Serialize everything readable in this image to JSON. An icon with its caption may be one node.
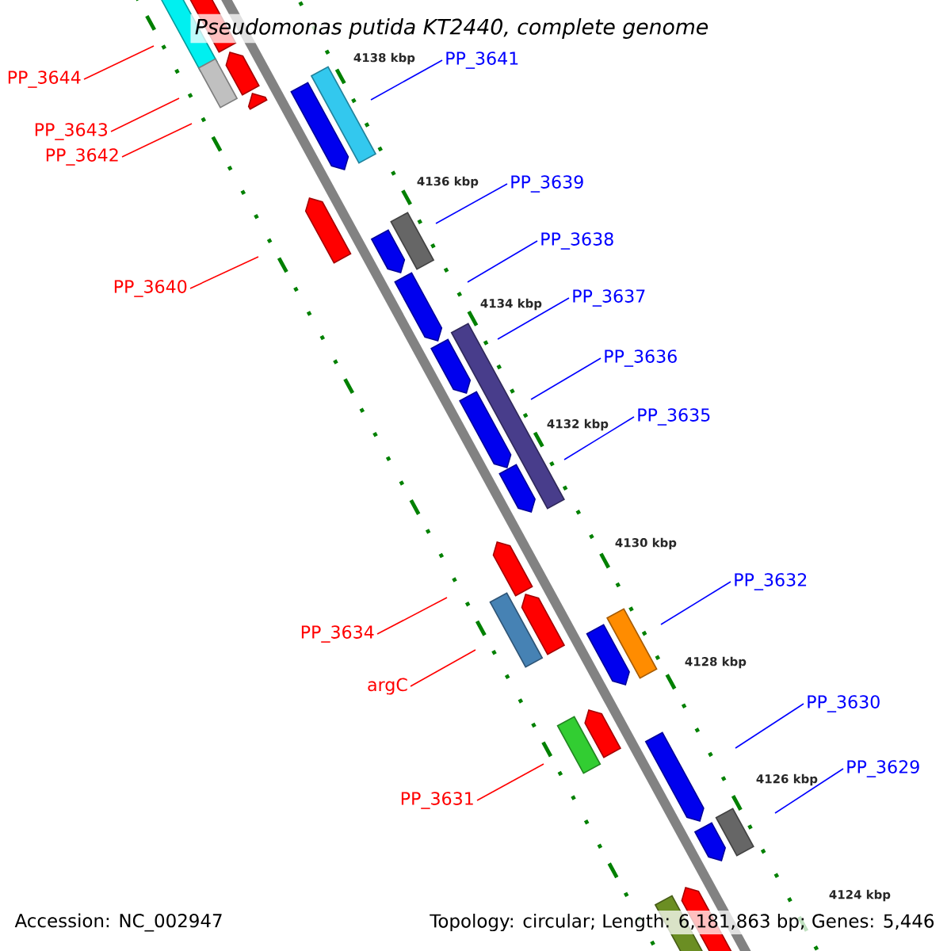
{
  "diagram": {
    "title": "Pseudomonas putida KT2440, complete genome",
    "nodes": [
      {
        "text": [
          "PP_3641"
        ]
      },
      {
        "text": [
          "PP_3644"
        ]
      },
      {
        "text": [
          "PP_3643"
        ]
      },
      {
        "text": [
          "PP_3642"
        ]
      },
      {
        "text": [
          "PP_3639"
        ]
      },
      {
        "text": [
          "PP_3638"
        ]
      },
      {
        "text": [
          "PP_3640"
        ]
      },
      {
        "text": [
          "PP_3637"
        ]
      },
      {
        "text": [
          "PP_3636"
        ]
      },
      {
        "text": [
          "PP_3635"
        ]
      },
      {
        "text": [
          "PP_3632"
        ]
      },
      {
        "text": [
          "PP_3634"
        ]
      },
      {
        "text": [
          "argC"
        ]
      },
      {
        "text": [
          "PP_3630"
        ]
      },
      {
        "text": [
          "PP_3629"
        ]
      },
      {
        "text": [
          "PP_3631"
        ]
      }
    ],
    "edges": [
      {
        "from": 0,
        "to": null,
        "arrow": "none"
      },
      {
        "from": 1,
        "to": null,
        "arrow": "none",
        "color": "#ff0000"
      },
      {
        "from": 2,
        "to": null,
        "arrow": "none",
        "color": "#ff0000"
      },
      {
        "from": 3,
        "to": null,
        "arrow": "none",
        "color": "#ff0000"
      },
      {
        "from": 4,
        "to": null,
        "arrow": "none"
      },
      {
        "from": 5,
        "to": null,
        "arrow": "none"
      },
      {
        "from": 6,
        "to": null,
        "arrow": "none",
        "color": "#ff0000"
      },
      {
        "from": 7,
        "to": null,
        "arrow": "none"
      },
      {
        "from": 8,
        "to": null,
        "arrow": "none"
      },
      {
        "from": 9,
        "to": null,
        "arrow": "none"
      },
      {
        "from": 10,
        "to": null,
        "arrow": "none"
      },
      {
        "from": 11,
        "to": null,
        "arrow": "none",
        "color": "#ff0000"
      },
      {
        "from": 12,
        "to": null,
        "arrow": "none",
        "color": "#ff0000"
      },
      {
        "from": 13,
        "to": null,
        "arrow": "none"
      },
      {
        "from": 14,
        "to": null,
        "arrow": "none"
      },
      {
        "from": 15,
        "to": null,
        "arrow": "none",
        "color": "#ff0000"
      }
    ],
    "labels": [
      "4138 kbp",
      "4136 kbp",
      "4134 kbp",
      "4132 kbp",
      "4130 kbp",
      "4128 kbp",
      "4126 kbp",
      "4124 kbp",
      "Accession: NC_002947",
      "Topology: circular; Length: 6,181,863 bp; Genes: 5,446"
    ]
  }
}
